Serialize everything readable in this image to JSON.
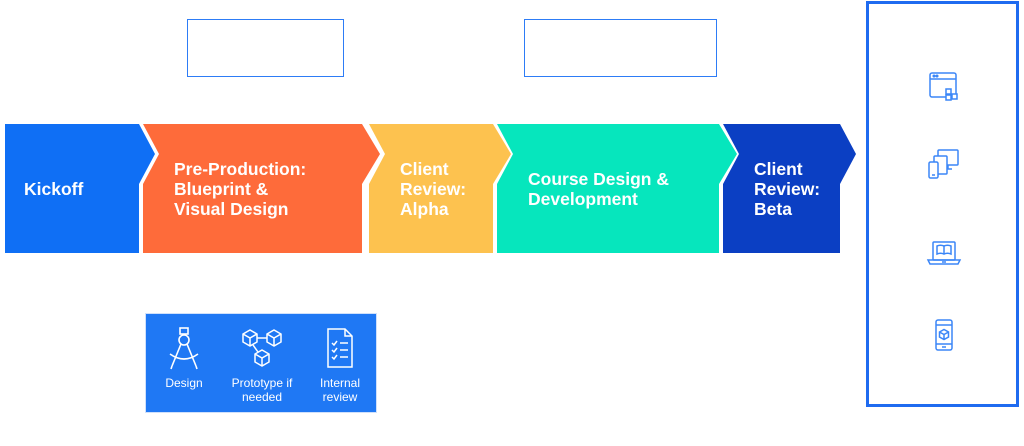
{
  "colors": {
    "kickoff": "#0f6ff5",
    "preproduction": "#fe6b3a",
    "alpha": "#fdc24f",
    "development": "#06e6bd",
    "beta": "#0b3fc3",
    "accent_blue": "#1f78f4",
    "icon_blue": "#3b86f7"
  },
  "stages": [
    {
      "label": "Kickoff"
    },
    {
      "label": "Pre-Production:\nBlueprint &\nVisual Design"
    },
    {
      "label": "Client\nReview:\nAlpha"
    },
    {
      "label": "Course Design &\nDevelopment"
    },
    {
      "label": "Client\nReview:\nBeta"
    }
  ],
  "tools": [
    {
      "label": "Design",
      "icon": "compass-icon"
    },
    {
      "label": "Prototype if\nneeded",
      "icon": "cubes-icon"
    },
    {
      "label": "Internal\nreview",
      "icon": "checklist-icon"
    }
  ],
  "devices": [
    {
      "icon": "browser-window-icon"
    },
    {
      "icon": "multi-device-icon"
    },
    {
      "icon": "laptop-book-icon"
    },
    {
      "icon": "mobile-cube-icon"
    }
  ]
}
